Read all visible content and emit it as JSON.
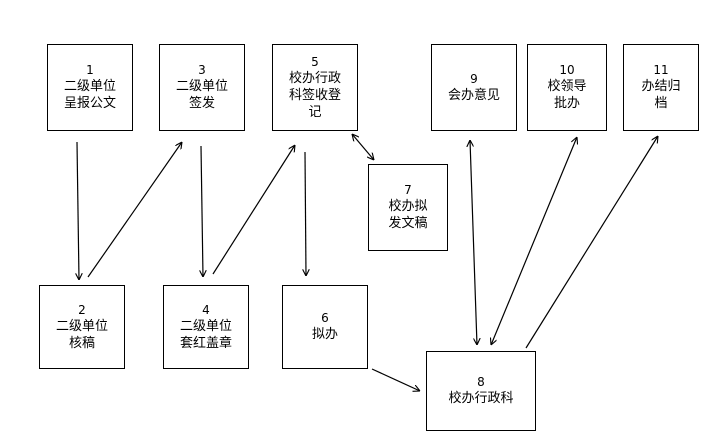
{
  "nodes": [
    {
      "id": "1",
      "number": "1",
      "label": "二级单位\n呈报公文"
    },
    {
      "id": "2",
      "number": "2",
      "label": "二级单位\n核稿"
    },
    {
      "id": "3",
      "number": "3",
      "label": "二级单位\n签发"
    },
    {
      "id": "4",
      "number": "4",
      "label": "二级单位\n套红盖章"
    },
    {
      "id": "5",
      "number": "5",
      "label": "校办行政\n科签收登\n记"
    },
    {
      "id": "6",
      "number": "6",
      "label": "拟办"
    },
    {
      "id": "7",
      "number": "7",
      "label": "校办拟\n发文稿"
    },
    {
      "id": "8",
      "number": "8",
      "label": "校办行政科"
    },
    {
      "id": "9",
      "number": "9",
      "label": "会办意见"
    },
    {
      "id": "10",
      "number": "10",
      "label": "校领导\n批办"
    },
    {
      "id": "11",
      "number": "11",
      "label": "办结归\n档"
    }
  ],
  "edges": [
    {
      "from": "1",
      "to": "2",
      "direction": "forward"
    },
    {
      "from": "2",
      "to": "3",
      "direction": "forward"
    },
    {
      "from": "3",
      "to": "4",
      "direction": "forward"
    },
    {
      "from": "4",
      "to": "5",
      "direction": "forward"
    },
    {
      "from": "5",
      "to": "6",
      "direction": "forward"
    },
    {
      "from": "5",
      "to": "7",
      "direction": "both"
    },
    {
      "from": "6",
      "to": "8",
      "direction": "forward"
    },
    {
      "from": "8",
      "to": "9",
      "direction": "both"
    },
    {
      "from": "8",
      "to": "10",
      "direction": "both"
    },
    {
      "from": "8",
      "to": "11",
      "direction": "forward"
    }
  ],
  "colors": {
    "line": "#000000",
    "box_border": "#000000",
    "background": "#ffffff"
  }
}
